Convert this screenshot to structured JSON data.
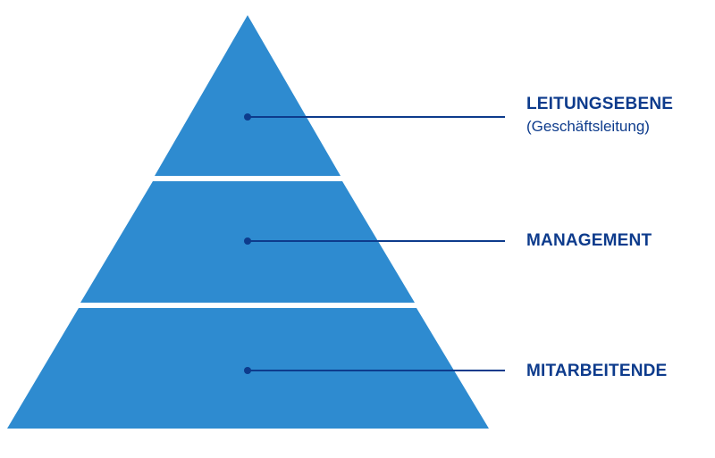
{
  "colors": {
    "pyramid_fill": "#2e8bd0",
    "separator": "#ffffff",
    "connector": "#0d3b8c",
    "text": "#0d3b8c"
  },
  "levels": [
    {
      "title": "LEITUNGSEBENE",
      "subtitle": "(Geschäftsleitung)"
    },
    {
      "title": "MANAGEMENT",
      "subtitle": ""
    },
    {
      "title": "MITARBEITENDE",
      "subtitle": ""
    }
  ]
}
